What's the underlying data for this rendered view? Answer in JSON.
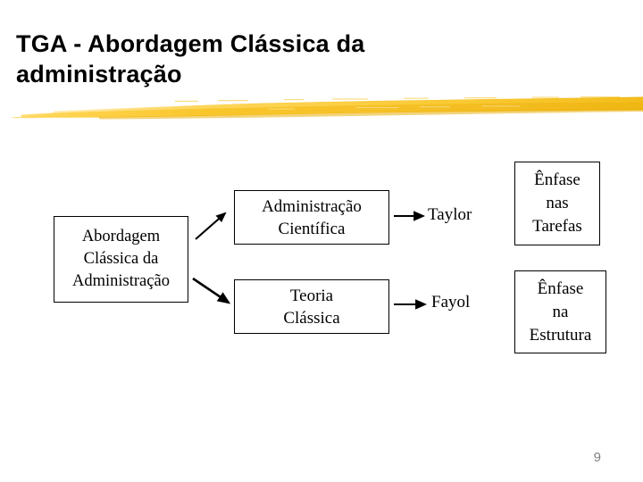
{
  "slide": {
    "title": "TGA - Abordagem Clássica da\nadministração",
    "page_number": "9",
    "accent_color": "#F5C02A",
    "text_color": "#000000",
    "page_number_color": "#808080",
    "background": "#FFFFFF"
  },
  "divider": {
    "name": "yellow-brush-stroke",
    "color_light": "#FFD34E",
    "color_mid": "#F7C31F",
    "color_dark": "#E8B012"
  },
  "diagram": {
    "type": "flow",
    "root": {
      "label": "Abordagem\nClássica da\nAdministração"
    },
    "branches": [
      {
        "theory": "Administração\nCientífica",
        "author": "Taylor",
        "emphasis": "Ênfase\nnas\nTarefas"
      },
      {
        "theory": "Teoria\nClássica",
        "author": "Fayol",
        "emphasis": "Ênfase\nna\nEstrutura"
      }
    ],
    "connectors": [
      {
        "name": "root-to-cientifica",
        "style": "diagonal-up-arrow"
      },
      {
        "name": "root-to-teoria",
        "style": "diagonal-down-arrow"
      },
      {
        "name": "cientifica-to-taylor",
        "style": "horizontal-arrow"
      },
      {
        "name": "teoria-to-fayol",
        "style": "horizontal-arrow"
      }
    ]
  }
}
